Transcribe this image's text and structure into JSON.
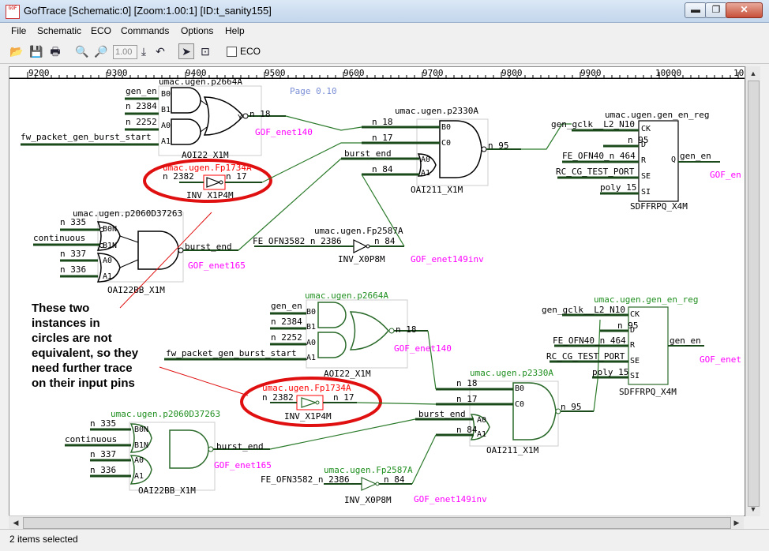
{
  "window": {
    "title": "GofTrace [Schematic:0] [Zoom:1.00:1] [ID:t_sanity155]",
    "icon_label": "GOF",
    "min_symbol": "▬",
    "max_symbol": "❐",
    "close_symbol": "✕"
  },
  "menu": [
    "File",
    "Schematic",
    "ECO",
    "Commands",
    "Options",
    "Help"
  ],
  "toolbar": {
    "icons": [
      "open-folder-icon",
      "save-icon",
      "print-icon",
      "zoom-in-icon",
      "zoom-out-icon",
      "zoom-apply-icon",
      "undo-icon",
      "select-arrow-icon",
      "trace-icon"
    ],
    "zoom_value": "1.00",
    "eco_label": "ECO"
  },
  "ruler": [
    "9200",
    "9300",
    "9400",
    "9500",
    "9600",
    "9700",
    "9800",
    "9900",
    "10000",
    "10"
  ],
  "page_label": "Page 0.10",
  "annotation": {
    "lines": [
      "These two",
      "instances in",
      "circles are not",
      "equivalent, so they",
      "need further trace",
      "on their input pins"
    ]
  },
  "schematic": {
    "top": {
      "aoi22_title": "umac.ugen.p2664A",
      "aoi22_type": "AOI22_X1M",
      "aoi22_pins": [
        "B0",
        "B1",
        "A0",
        "A1"
      ],
      "aoi22_inputs": [
        "gen_en",
        "n 2384",
        "n 2252",
        "fw_packet_gen_burst_start"
      ],
      "aoi22_out": "n 18",
      "aoi22_label": "GOF_enet140",
      "inv1_title": "umac.ugen.Fp1734A",
      "inv1_type": "INV_X1P4M",
      "inv1_in": "n 2382",
      "inv1_out": "n 17",
      "oai22_title": "umac.ugen.p2060D37263",
      "oai22_type": "OAI22BB_X1M",
      "oai22_pins": [
        "B0N",
        "B1N",
        "A0",
        "A1"
      ],
      "oai22_inputs": [
        "n 335",
        "continuous",
        "n 337",
        "n 336"
      ],
      "oai22_out": "burst_end",
      "oai22_label": "GOF_enet165",
      "inv2_title": "umac.ugen.Fp2587A",
      "inv2_type": "INV_X0P8M",
      "inv2_in": "FE_OFN3582_n 2386",
      "inv2_out": "n 84",
      "inv2_label": "GOF_enet149inv",
      "oai211_title": "umac.ugen.p2330A",
      "oai211_type": "OAI211_X1M",
      "oai211_pins": [
        "B0",
        "C0",
        "A0",
        "A1"
      ],
      "oai211_inputs": [
        "n 18",
        "n 17",
        "burst_end",
        "n 84"
      ],
      "oai211_out": "n 95",
      "reg_title": "umac.ugen.gen_en_reg",
      "reg_type": "SDFFRPQ_X4M",
      "reg_pins": [
        "CK",
        "D",
        "R",
        "SE",
        "SI"
      ],
      "reg_inputs": [
        "gen_gclk__L2_N10",
        "n 95",
        "FE_OFN40_n 464",
        "RC_CG_TEST_PORT",
        "poly 15"
      ],
      "reg_out": "gen_en",
      "reg_q": "Q",
      "reg_label": "GOF_en",
      "y_pin": "Y"
    },
    "bottom": {
      "aoi22_title": "umac.ugen.p2664A",
      "aoi22_type": "AOI22_X1M",
      "aoi22_inputs": [
        "gen_en",
        "n 2384",
        "n 2252",
        "fw_packet_gen_burst_start"
      ],
      "aoi22_out": "n 18",
      "aoi22_label": "GOF_enet140",
      "inv1_title": "umac.ugen.Fp1734A",
      "inv1_type": "INV_X1P4M",
      "inv1_in": "n 2382",
      "inv1_out": "n 17",
      "oai22_title": "umac.ugen.p2060D37263",
      "oai22_type": "OAI22BB_X1M",
      "oai22_inputs": [
        "n 335",
        "continuous",
        "n 337",
        "n 336"
      ],
      "oai22_out": "burst_end",
      "oai22_label": "GOF_enet165",
      "inv2_title": "umac.ugen.Fp2587A",
      "inv2_type": "INV_X0P8M",
      "inv2_in": "FE_OFN3582_n 2386",
      "inv2_out": "n 84",
      "inv2_label": "GOF_enet149inv",
      "oai211_title": "umac.ugen.p2330A",
      "oai211_type": "OAI211_X1M",
      "oai211_inputs": [
        "n 18",
        "n 17",
        "burst_end",
        "n 84"
      ],
      "oai211_out": "n 95",
      "reg_title": "umac.ugen.gen_en_reg",
      "reg_type": "SDFFRPQ_X4M",
      "reg_inputs": [
        "gen_gclk__L2_N10",
        "n 95",
        "FE_OFN40_n 464",
        "RC_CG_TEST_PORT",
        "poly 15"
      ],
      "reg_out": "gen_en",
      "reg_label": "GOF_enet"
    }
  },
  "colors": {
    "wire_top": "#2a7a2a",
    "wire_bottom": "#2a7a2a",
    "net_label": "#ff00ff",
    "highlight": "#ff0000",
    "title_bottom": "#1f8f1f",
    "circle": "#e01010"
  },
  "status": "2 items selected"
}
